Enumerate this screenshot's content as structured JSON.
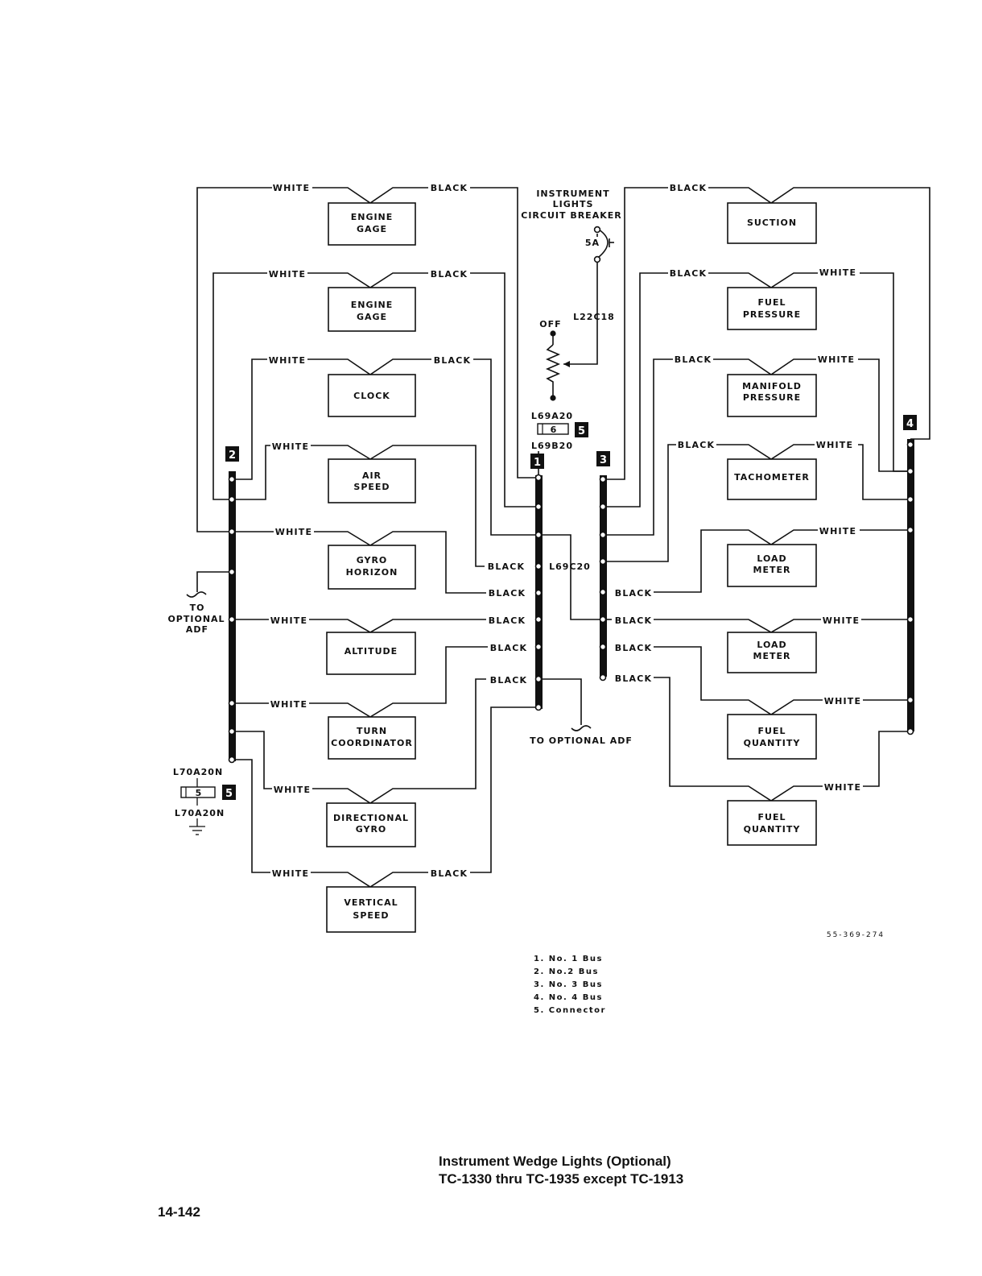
{
  "breaker": {
    "title_lines": [
      "INSTRUMENT",
      "LIGHTS",
      "CIRCUIT BREAKER"
    ],
    "rating": "5A",
    "wire": "L22C18",
    "off_label": "OFF"
  },
  "left_instruments": [
    {
      "lines": [
        "ENGINE",
        "GAGE"
      ],
      "wire_left": "WHITE",
      "wire_right": "BLACK"
    },
    {
      "lines": [
        "ENGINE",
        "GAGE"
      ],
      "wire_left": "WHITE",
      "wire_right": "BLACK"
    },
    {
      "lines": [
        "CLOCK"
      ],
      "wire_left": "WHITE",
      "wire_right": "BLACK"
    },
    {
      "lines": [
        "AIR",
        "SPEED"
      ],
      "wire_left": "WHITE",
      "wire_right": "BLACK"
    },
    {
      "lines": [
        "GYRO",
        "HORIZON"
      ],
      "wire_left": "WHITE",
      "wire_right": "BLACK"
    },
    {
      "lines": [
        "ALTITUDE"
      ],
      "wire_left": "WHITE",
      "wire_right": "BLACK"
    },
    {
      "lines": [
        "TURN",
        "COORDINATOR"
      ],
      "wire_left": "WHITE",
      "wire_right": "BLACK"
    },
    {
      "lines": [
        "DIRECTIONAL",
        "GYRO"
      ],
      "wire_left": "WHITE",
      "wire_right": "BLACK"
    },
    {
      "lines": [
        "VERTICAL",
        "SPEED"
      ],
      "wire_left": "WHITE",
      "wire_right": "BLACK"
    }
  ],
  "right_instruments": [
    {
      "lines": [
        "SUCTION"
      ],
      "wire_left": "BLACK",
      "wire_right": ""
    },
    {
      "lines": [
        "FUEL",
        "PRESSURE"
      ],
      "wire_left": "BLACK",
      "wire_right": "WHITE"
    },
    {
      "lines": [
        "MANIFOLD",
        "PRESSURE"
      ],
      "wire_left": "BLACK",
      "wire_right": "WHITE"
    },
    {
      "lines": [
        "TACHOMETER"
      ],
      "wire_left": "BLACK",
      "wire_right": "WHITE"
    },
    {
      "lines": [
        "LOAD",
        "METER"
      ],
      "wire_left": "BLACK",
      "wire_right": "WHITE"
    },
    {
      "lines": [
        "LOAD",
        "METER"
      ],
      "wire_left": "BLACK",
      "wire_right": "WHITE"
    },
    {
      "lines": [
        "FUEL",
        "QUANTITY"
      ],
      "wire_left": "BLACK",
      "wire_right": "WHITE"
    },
    {
      "lines": [
        "FUEL",
        "QUANTITY"
      ],
      "wire_left": "BLACK",
      "wire_right": "WHITE"
    }
  ],
  "bus1_black_labels": [
    "BLACK",
    "BLACK",
    "BLACK",
    "BLACK",
    "BLACK"
  ],
  "bus3_black_labels": [
    "BLACK",
    "BLACK",
    "BLACK",
    "BLACK"
  ],
  "wires": {
    "l69a20": "L69A20",
    "l69b20": "L69B20",
    "l69c20": "L69C20",
    "l70a20n_top": "L70A20N",
    "l70a20n_bottom": "L70A20N"
  },
  "connectors": {
    "top_number": "6",
    "bottom_number": "5"
  },
  "badges": {
    "bus1": "1",
    "bus2": "2",
    "bus3": "3",
    "bus4": "4",
    "connector_top": "5",
    "connector_bottom": "5"
  },
  "adf": {
    "left_lines": [
      "TO",
      "OPTIONAL",
      "ADF"
    ],
    "bottom": "TO OPTIONAL ADF"
  },
  "figure_number": "55-369-274",
  "legend": [
    "1.  No. 1 Bus",
    "2.  No.2 Bus",
    "3.  No. 3 Bus",
    "4.  No. 4 Bus",
    "5.  Connector"
  ],
  "caption": {
    "line1": "Instrument Wedge Lights (Optional)",
    "line2": "TC-1330 thru TC-1935 except TC-1913"
  },
  "page_number": "14-142"
}
